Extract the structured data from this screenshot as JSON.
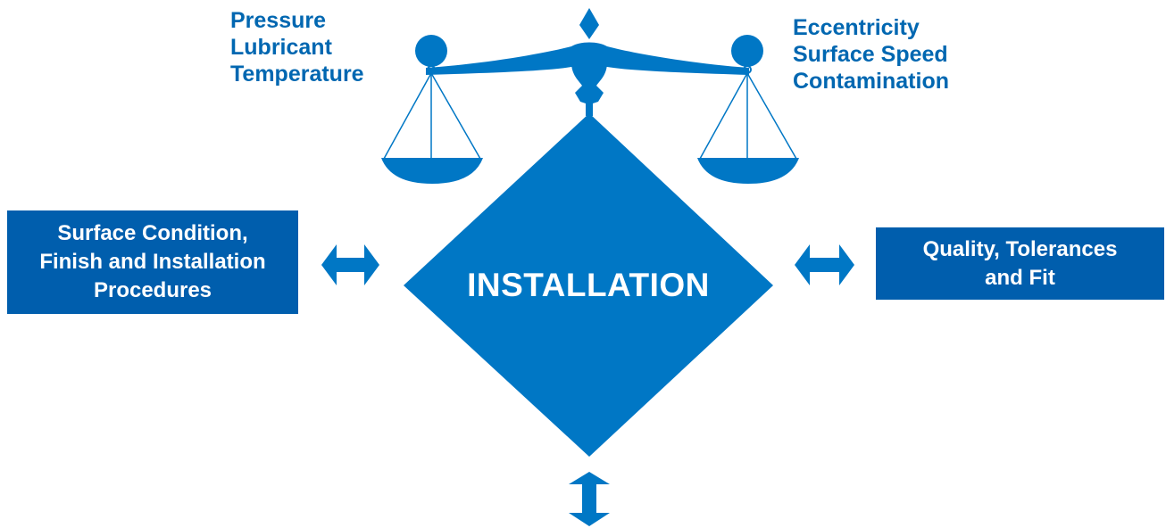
{
  "colors": {
    "scale_blue": "#0077c5",
    "box_blue": "#005ead",
    "text_blue": "#0067b1",
    "label_white": "#ffffff"
  },
  "left_pan_factors": [
    "Pressure",
    "Lubricant",
    "Temperature"
  ],
  "right_pan_factors": [
    "Eccentricity",
    "Surface Speed",
    "Contamination"
  ],
  "center_label": "INSTALLATION",
  "left_box": {
    "lines": [
      "Surface Condition,",
      "Finish and Installation",
      "Procedures"
    ]
  },
  "right_box": {
    "lines": [
      "Quality, Tolerances",
      "and Fit"
    ]
  },
  "icons": {
    "scale": "balance-scale-icon",
    "left_arrow": "double-arrow-horizontal-icon",
    "right_arrow": "double-arrow-horizontal-icon",
    "bottom_arrow": "double-arrow-vertical-icon"
  }
}
